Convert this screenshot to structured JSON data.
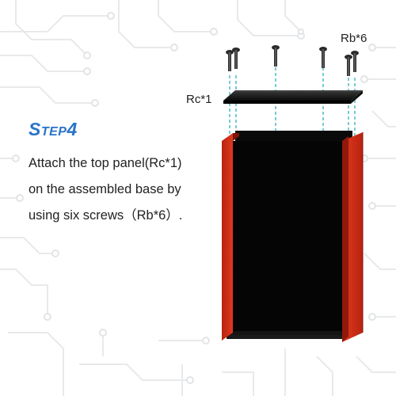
{
  "step": {
    "title": "Step4",
    "lines": [
      "Attach the top panel(Rc*1)",
      "on the assembled base by",
      "using six screws（Rb*6）."
    ]
  },
  "labels": {
    "screws": "Rb*6",
    "top_panel": "Rc*1"
  },
  "colors": {
    "accent": "#2a73c9",
    "frame_red": "#d1301c",
    "panel_black": "#0a0a0a",
    "guide_cyan": "#3fb7c4",
    "circuit_gray": "#e6e8ea"
  }
}
